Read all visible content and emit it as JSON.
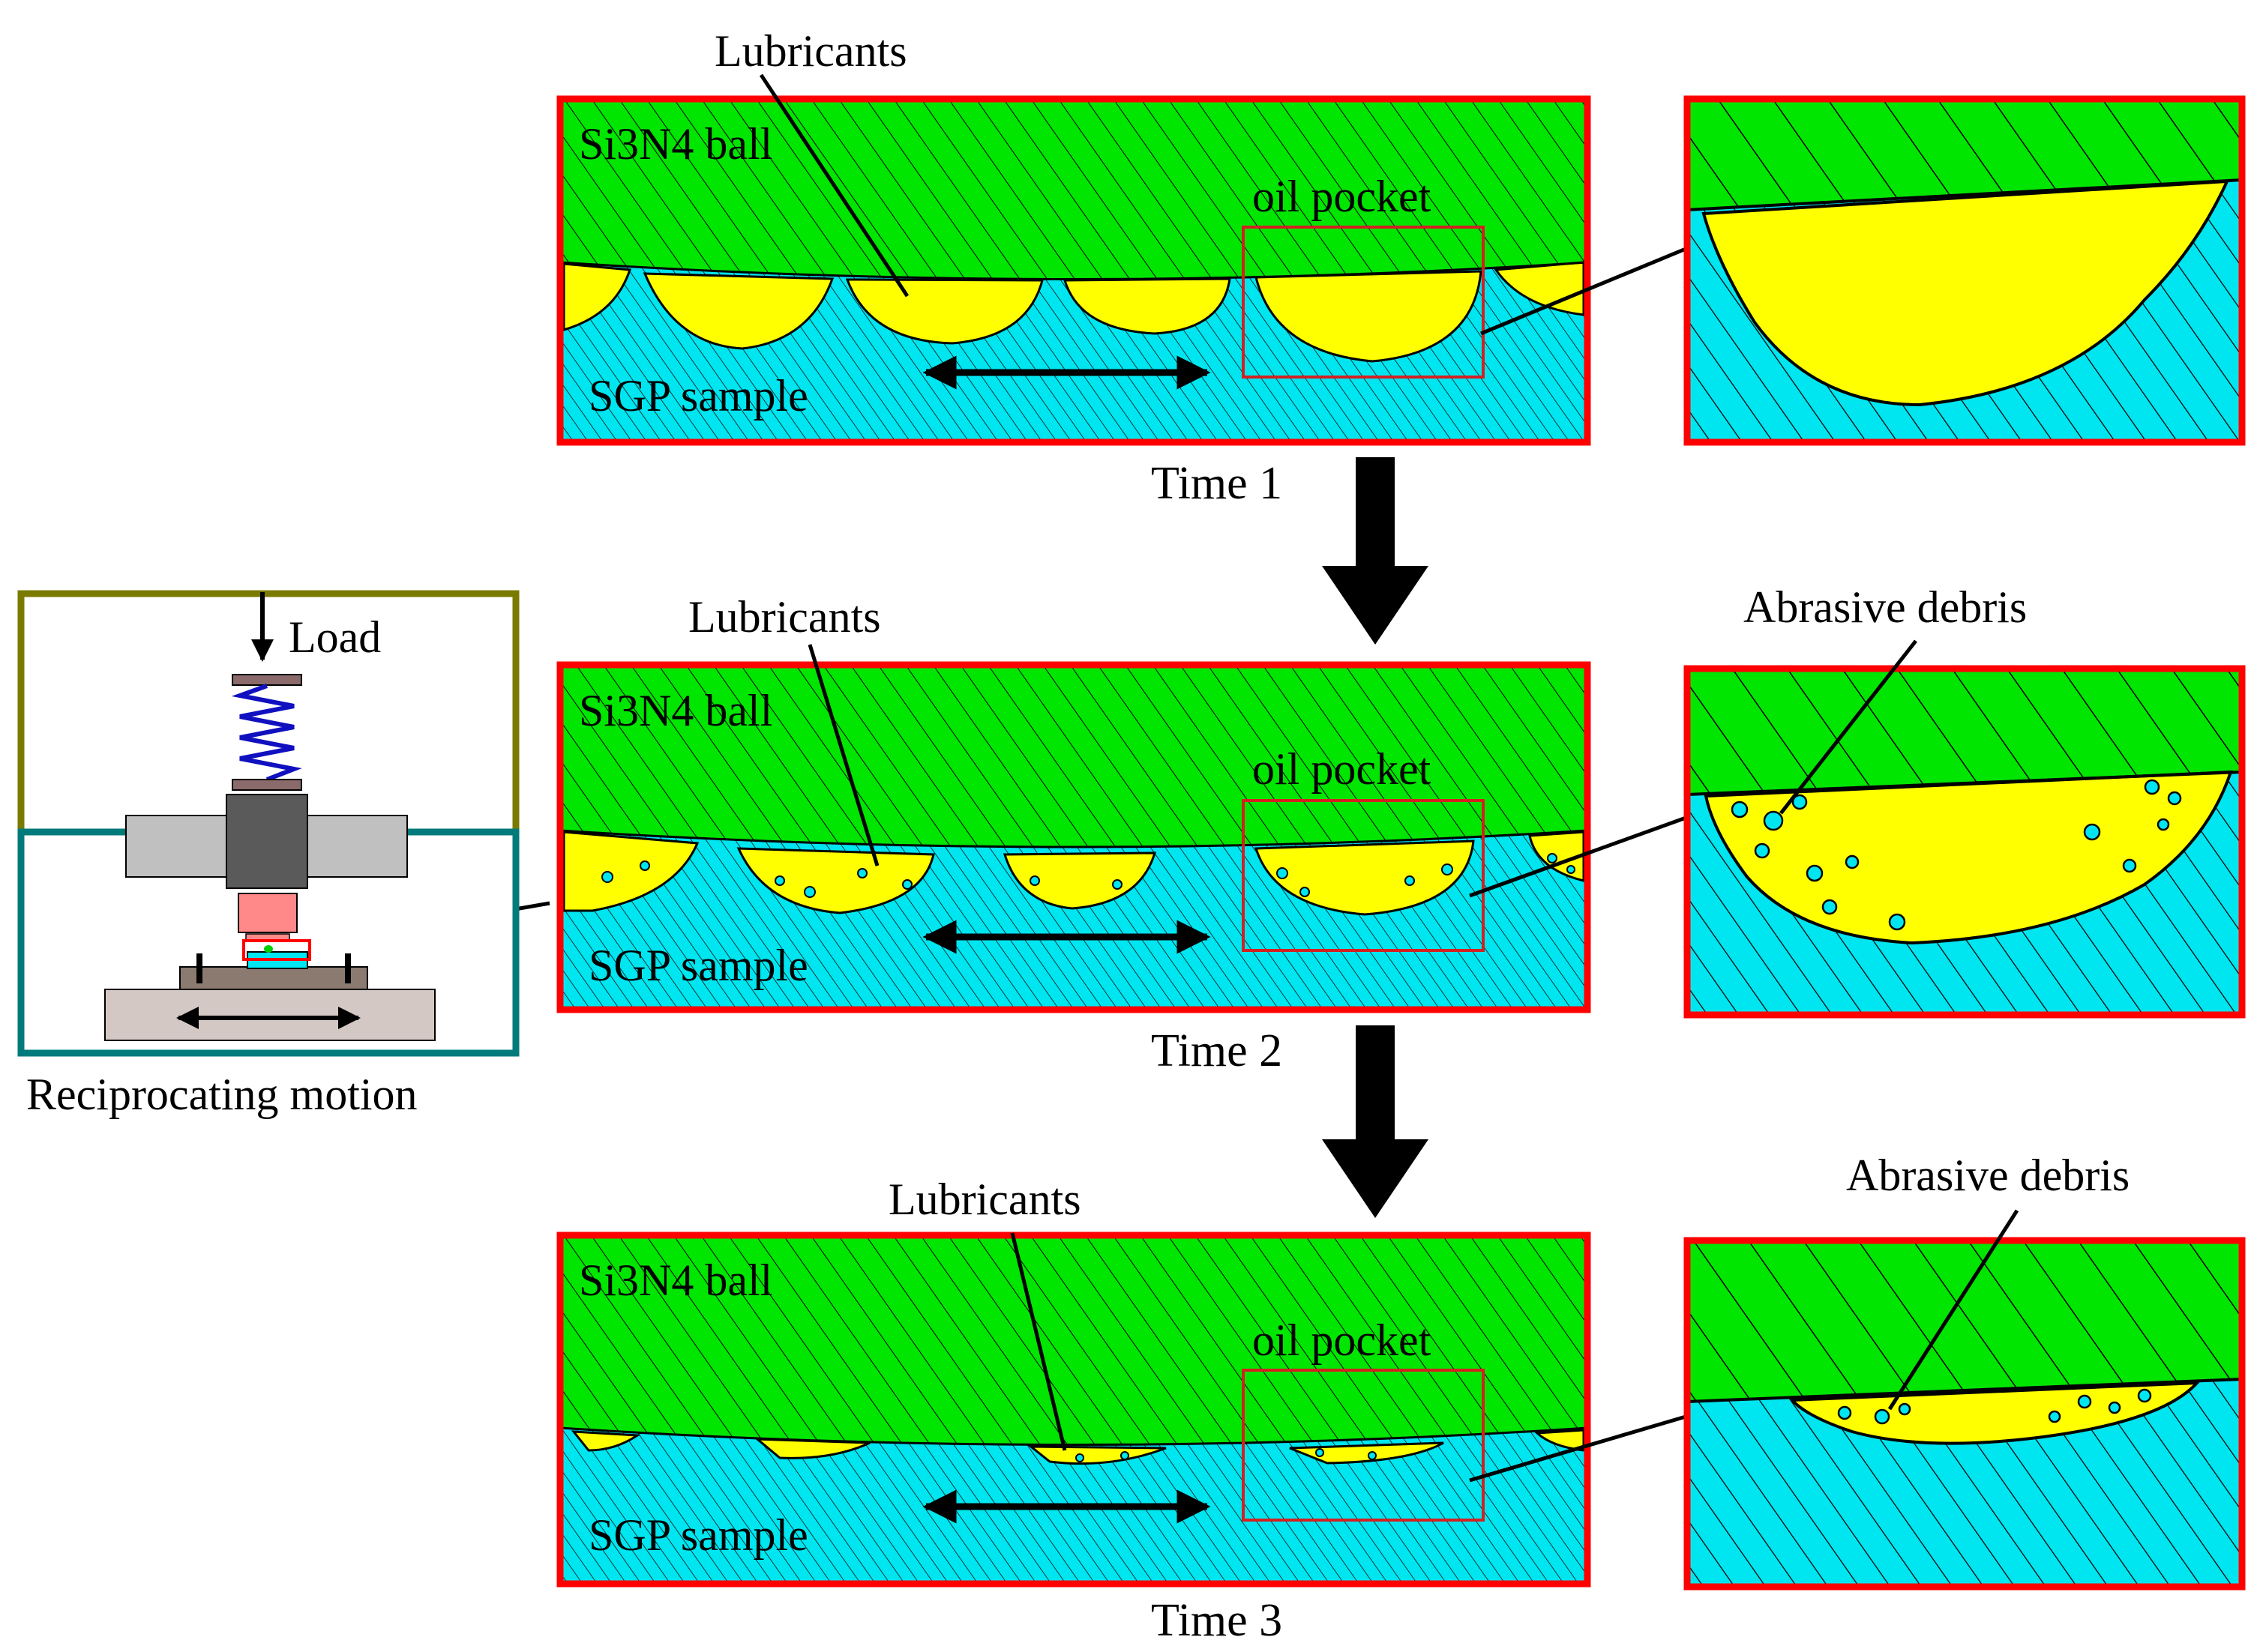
{
  "figure": {
    "stages": [
      {
        "time_label": "Time 1",
        "ball_label": "Si3N4 ball",
        "sample_label": "SGP sample",
        "pocket_label": "oil pocket",
        "lubricant_label": "Lubricants",
        "stage": "full"
      },
      {
        "time_label": "Time 2",
        "ball_label": "Si3N4 ball",
        "sample_label": "SGP sample",
        "pocket_label": "oil pocket",
        "lubricant_label": "Lubricants",
        "debris_label": "Abrasive debris",
        "stage": "debris"
      },
      {
        "time_label": "Time 3",
        "ball_label": "Si3N4 ball",
        "sample_label": "SGP sample",
        "pocket_label": "oil pocket",
        "lubricant_label": "Lubricants",
        "debris_label": "Abrasive debris",
        "stage": "depleted"
      }
    ],
    "apparatus": {
      "load_label": "Load",
      "motion_label": "Reciprocating motion"
    },
    "colors": {
      "ball": "#00e600",
      "sample": "#00e6f0",
      "lubricant": "#ffff00",
      "frame": "#ff0000",
      "pocket_box": "#d42020",
      "apparatus_top_frame": "#7a7a00",
      "apparatus_bottom_frame": "#007a7a",
      "spring": "#1010c0"
    }
  }
}
